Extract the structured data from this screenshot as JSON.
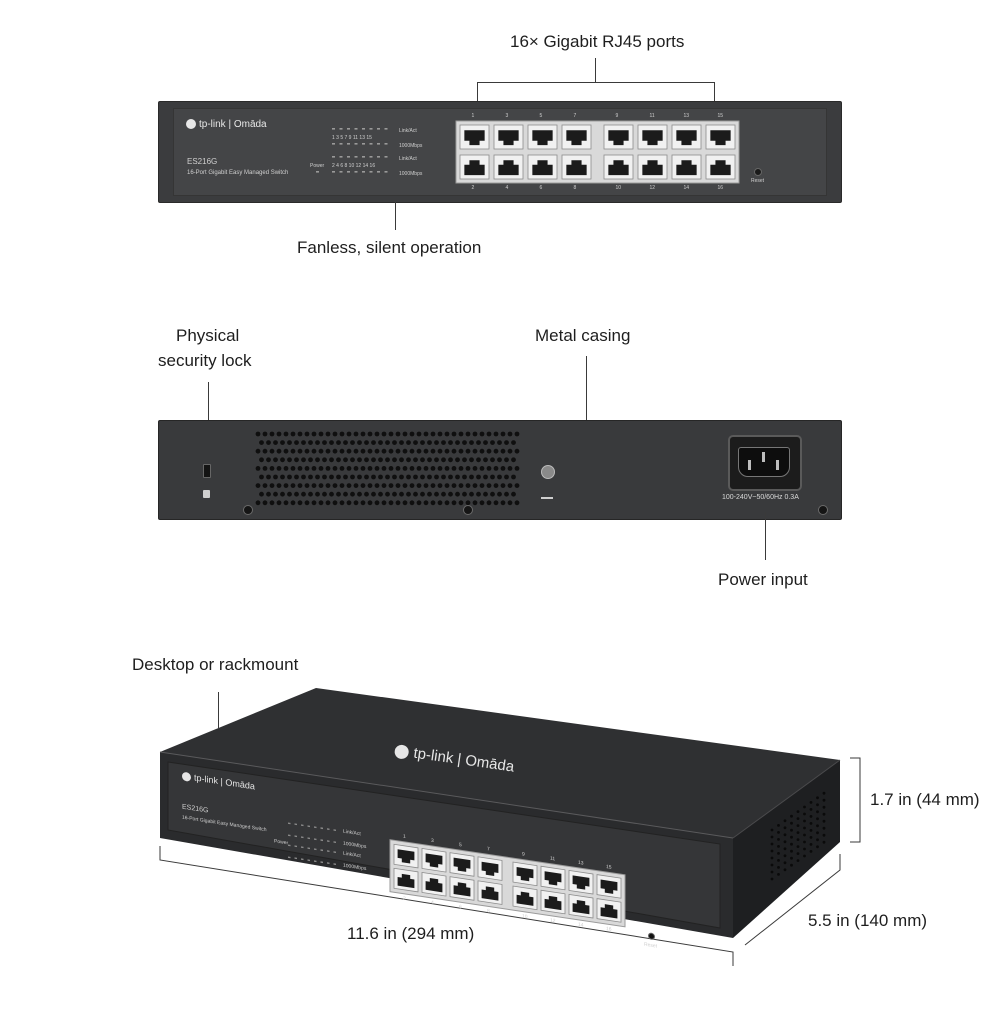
{
  "callouts": {
    "ports": "16× Gigabit RJ45 ports",
    "fanless": "Fanless, silent operation",
    "lock_line1": "Physical",
    "lock_line2": "security lock",
    "casing": "Metal casing",
    "power": "Power input",
    "mount": "Desktop or rackmount",
    "height": "1.7 in (44 mm)",
    "depth": "5.5  in (140 mm)",
    "width": "11.6  in (294 mm)"
  },
  "front": {
    "brand": "tp-link | Omāda",
    "model": "ES216G",
    "description": "16-Port Gigabit Easy Managed Switch",
    "power_led": "Power",
    "led_top_numbers": "1  3  5  7  9  11 13 15",
    "led_bottom_numbers": "2  4  6  8  10 12 14 16",
    "link_act_1": "Link/Act",
    "speed_1": "1000Mbps",
    "link_act_2": "Link/Act",
    "speed_2": "1000Mbps",
    "port_top_numbers": [
      "1",
      "3",
      "5",
      "7",
      "9",
      "11",
      "13",
      "15"
    ],
    "port_bottom_numbers": [
      "2",
      "4",
      "6",
      "8",
      "10",
      "12",
      "14",
      "16"
    ],
    "reset": "Reset"
  },
  "rear": {
    "power_rating": "100-240V~50/60Hz 0.3A"
  },
  "iso": {
    "top_brand": "tp-link | Omāda",
    "brand": "tp-link | Omāda",
    "model": "ES216G",
    "description": "16-Port Gigabit Easy Managed Switch",
    "power_led": "Power",
    "link_act_1": "Link/Act",
    "speed_1": "1000Mbps",
    "link_act_2": "Link/Act",
    "speed_2": "1000Mbps",
    "port_top_numbers": [
      "1",
      "3",
      "5",
      "7",
      "9",
      "11",
      "13",
      "15"
    ],
    "port_bottom_numbers": [
      "2",
      "4",
      "6",
      "8",
      "10",
      "12",
      "14",
      "16"
    ],
    "reset": "Reset"
  }
}
